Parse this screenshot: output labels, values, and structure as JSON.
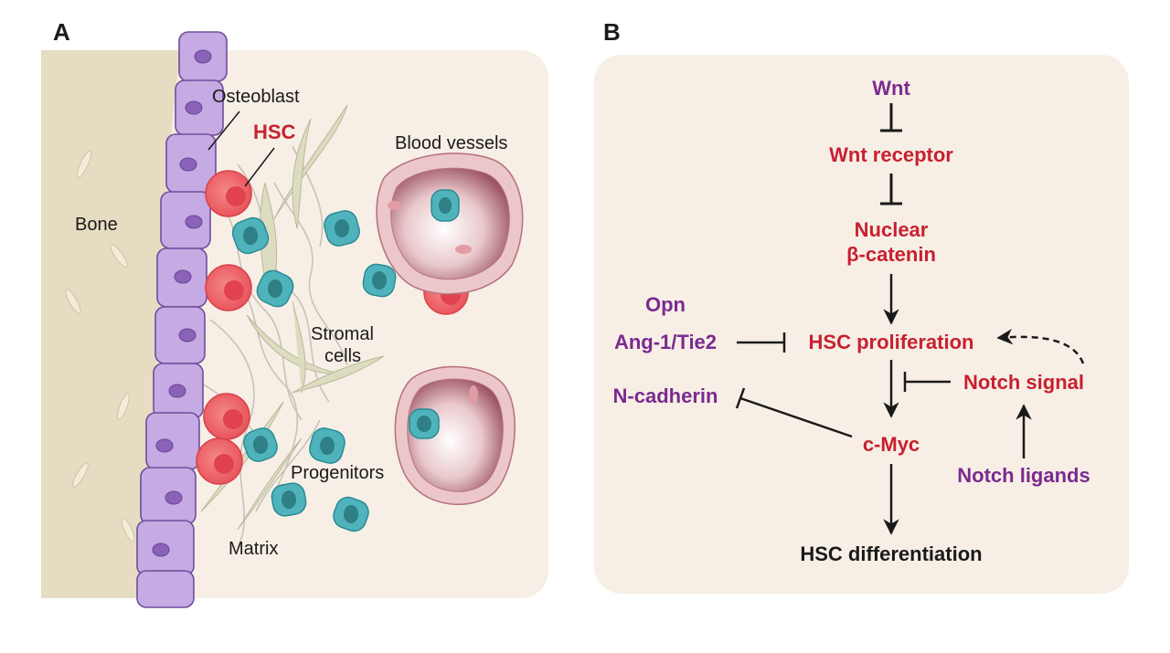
{
  "panels": {
    "a": {
      "letter": "A"
    },
    "b": {
      "letter": "B"
    }
  },
  "panel_a": {
    "labels": {
      "osteoblast": "Osteoblast",
      "hsc": "HSC",
      "blood_vessels": "Blood vessels",
      "bone": "Bone",
      "stromal_line1": "Stromal",
      "stromal_line2": "cells",
      "progenitors": "Progenitors",
      "matrix": "Matrix"
    }
  },
  "panel_b": {
    "nodes": {
      "wnt": "Wnt",
      "wnt_receptor": "Wnt receptor",
      "nuclear_line1": "Nuclear",
      "nuclear_line2": "β-catenin",
      "opn": "Opn",
      "ang1": "Ang-1/Tie2",
      "hsc_prolif": "HSC proliferation",
      "n_cadherin": "N-cadherin",
      "notch_signal": "Notch signal",
      "cmyc": "c-Myc",
      "notch_ligands": "Notch ligands",
      "hsc_diff": "HSC differentiation"
    }
  },
  "colors": {
    "red": "#c8202f",
    "purple": "#7b2a8f",
    "black": "#1a1a1a",
    "panel_bg": "#f7efe6",
    "bone": "#e6dcc2",
    "osteoblast": "#b89ad8",
    "hsc": "#f06a6a",
    "progenitor": "#3fa7b0",
    "vessel": "#e8c3c6"
  }
}
